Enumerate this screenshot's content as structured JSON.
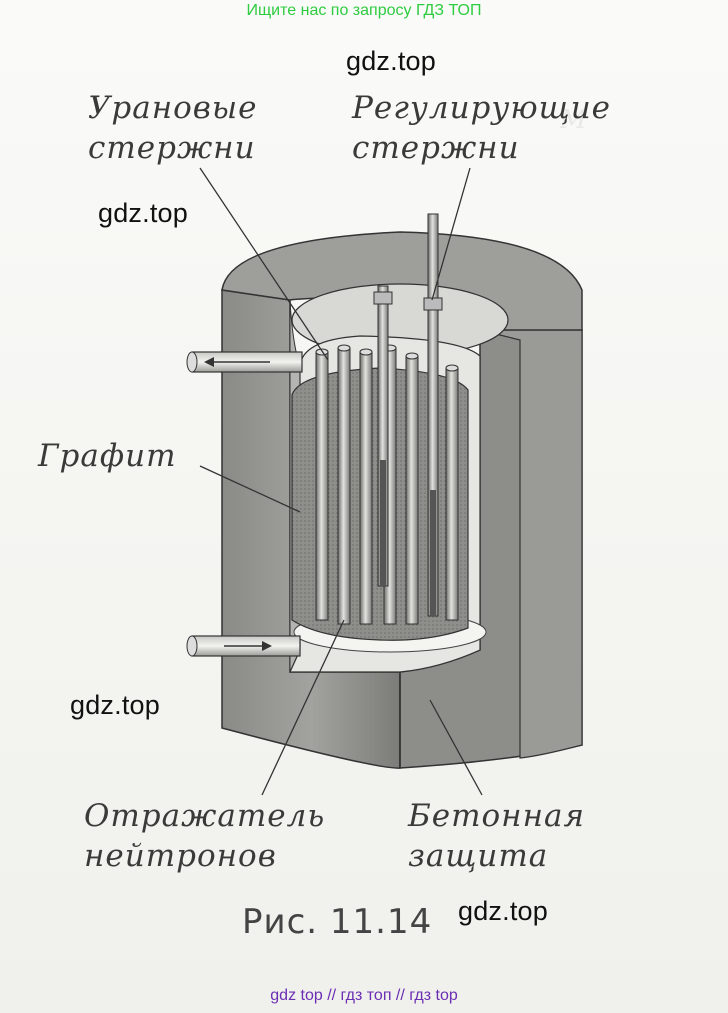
{
  "banner": "Ищите нас по запросу ГДЗ ТОП",
  "watermarks": [
    "gdz.top",
    "gdz.top",
    "gdz.top",
    "gdz.top"
  ],
  "labels": {
    "uranium_rods": [
      "Урановые",
      "стержни"
    ],
    "control_rods": [
      "Регулирующие",
      "стержни"
    ],
    "graphite": "Графит",
    "reflector": [
      "Отражатель",
      "нейтронов"
    ],
    "concrete": [
      "Бетонная",
      "защита"
    ]
  },
  "caption": "Рис. 11.14",
  "footer": "gdz top  //  гдз топ  //  гдз top",
  "colors": {
    "banner": "#2ecc40",
    "footer": "#6b2fb3",
    "label": "#3a3a38"
  }
}
